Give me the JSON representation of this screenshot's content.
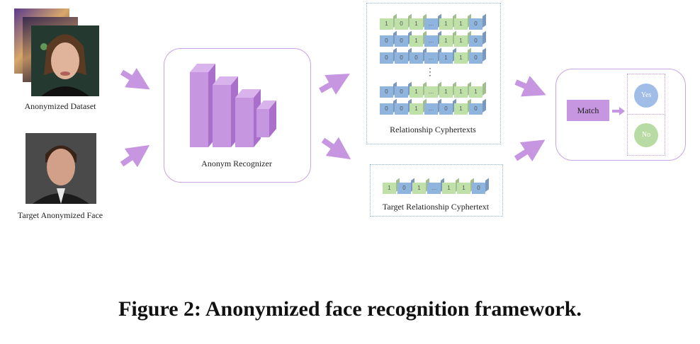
{
  "inputs": {
    "dataset_label": "Anonymized Dataset",
    "target_label": "Target Anonymized Face"
  },
  "recognizer": {
    "label": "Anonym Recognizer"
  },
  "relationship": {
    "label": "Relationship Cyphertexts",
    "rows": [
      [
        "1",
        "0",
        "1",
        "…",
        "1",
        "1",
        "0"
      ],
      [
        "0",
        "0",
        "1",
        "…",
        "1",
        "1",
        "0"
      ],
      [
        "0",
        "0",
        "0",
        "…",
        "1",
        "1",
        "0"
      ],
      [
        "0",
        "0",
        "1",
        "…",
        "1",
        "1",
        "1"
      ],
      [
        "0",
        "0",
        "1",
        "…",
        "0",
        "1",
        "0"
      ]
    ],
    "ellipsis": "⋮"
  },
  "target_cypher": {
    "label": "Target Relationship Cyphertext",
    "row": [
      "1",
      "0",
      "1",
      "…",
      "1",
      "1",
      "0"
    ]
  },
  "match": {
    "label": "Match",
    "yes": "Yes",
    "no": "No"
  },
  "caption": "Figure 2: Anonymized face recognition framework.",
  "colors": {
    "green": "#bfe0a8",
    "blue": "#8fb4de",
    "purple": "#c696e0"
  }
}
